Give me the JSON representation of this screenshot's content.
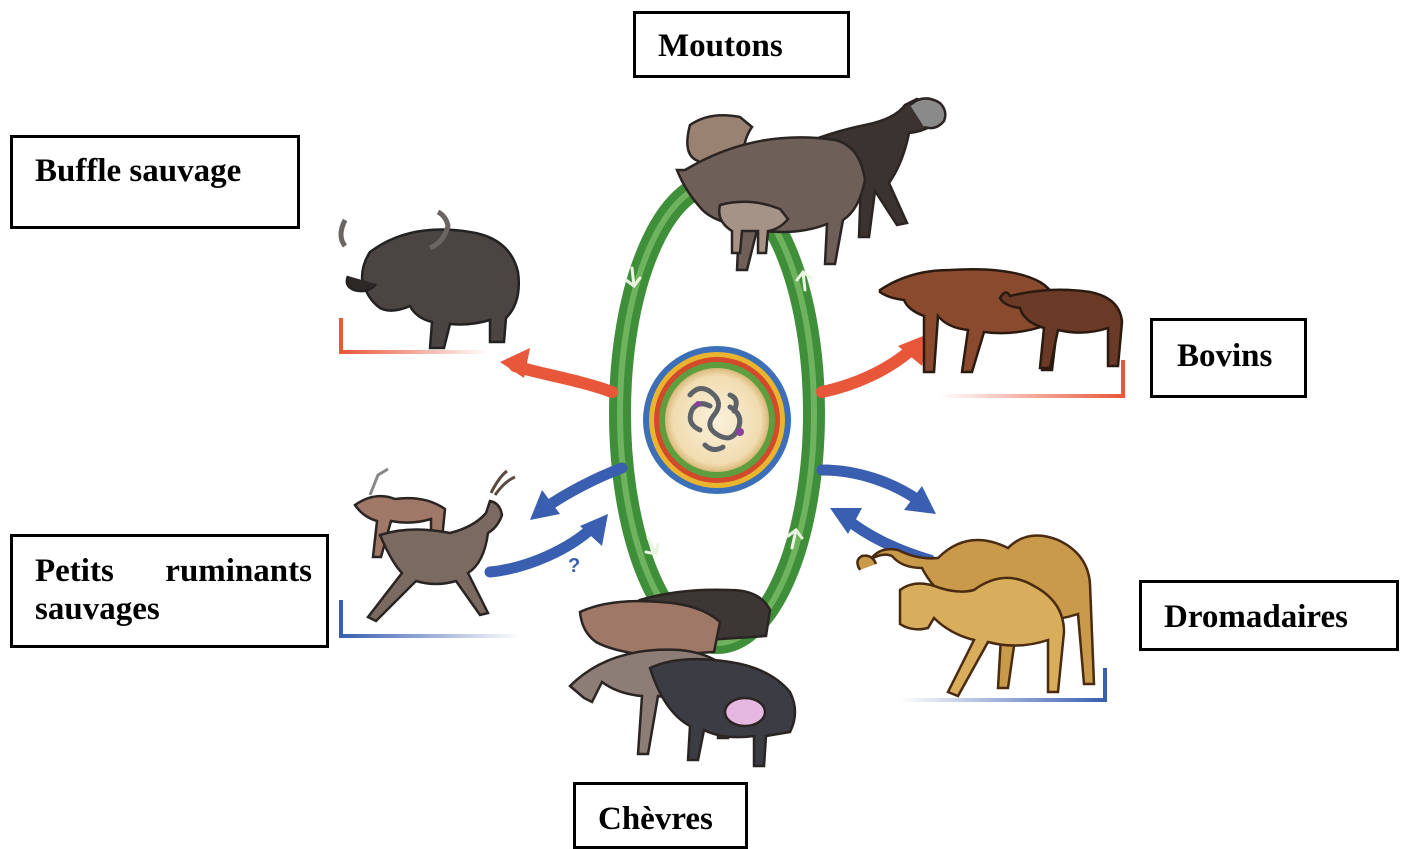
{
  "labels": {
    "moutons": "Moutons",
    "buffle": "Buffle sauvage",
    "bovins": "Bovins",
    "petits_line1_a": "Petits",
    "petits_line1_b": "ruminants",
    "petits_line2": "sauvages",
    "dromadaires": "Dromadaires",
    "chevres": "Chèvres",
    "question_mark": "?"
  },
  "colors": {
    "cycle_ring": "#3f8f3a",
    "cycle_ring_light": "#8cc47a",
    "red_arrow": "#e8573a",
    "blue_arrow": "#3a5fb0",
    "virus_body": "#f4e6c8"
  }
}
